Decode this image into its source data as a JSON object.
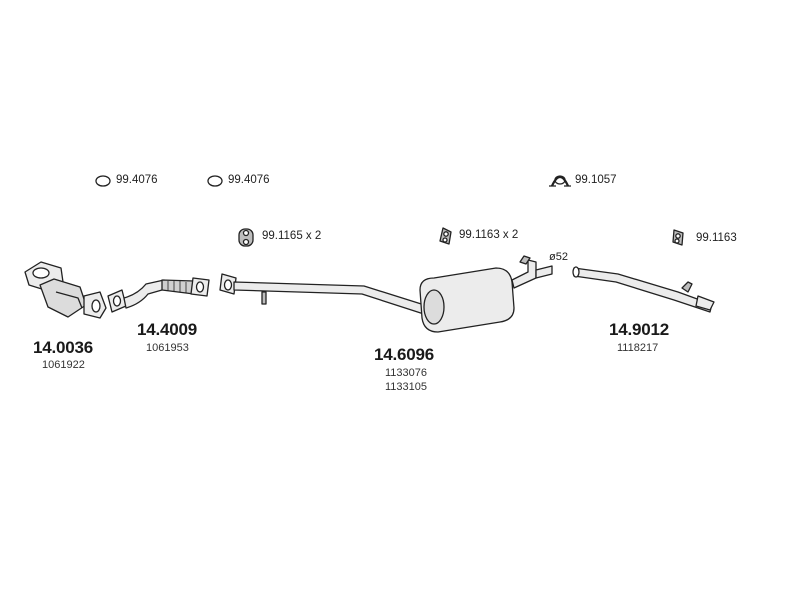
{
  "accessories": [
    {
      "code": "99.4076",
      "icon": "o-ring-gasket-icon"
    },
    {
      "code": "99.4076",
      "icon": "o-ring-gasket-icon"
    },
    {
      "code": "99.1057",
      "icon": "pipe-clamp-icon"
    },
    {
      "code": "99.1165 x 2",
      "icon": "rubber-hanger-icon"
    },
    {
      "code": "99.1163 x 2",
      "icon": "rubber-hanger-icon"
    },
    {
      "code": "99.1163",
      "icon": "rubber-hanger-icon"
    }
  ],
  "parts": [
    {
      "number": "14.0036",
      "oem": [
        "1061922"
      ],
      "name": "catalytic-converter"
    },
    {
      "number": "14.4009",
      "oem": [
        "1061953"
      ],
      "name": "front-flex-pipe"
    },
    {
      "number": "14.6096",
      "oem": [
        "1133076",
        "1133105"
      ],
      "name": "middle-silencer"
    },
    {
      "number": "14.9012",
      "oem": [
        "1118217"
      ],
      "name": "tail-pipe"
    }
  ],
  "dimension": "ø52",
  "colors": {
    "line": "#222222",
    "fill": "#ececec",
    "shade": "#bdbdbd"
  }
}
